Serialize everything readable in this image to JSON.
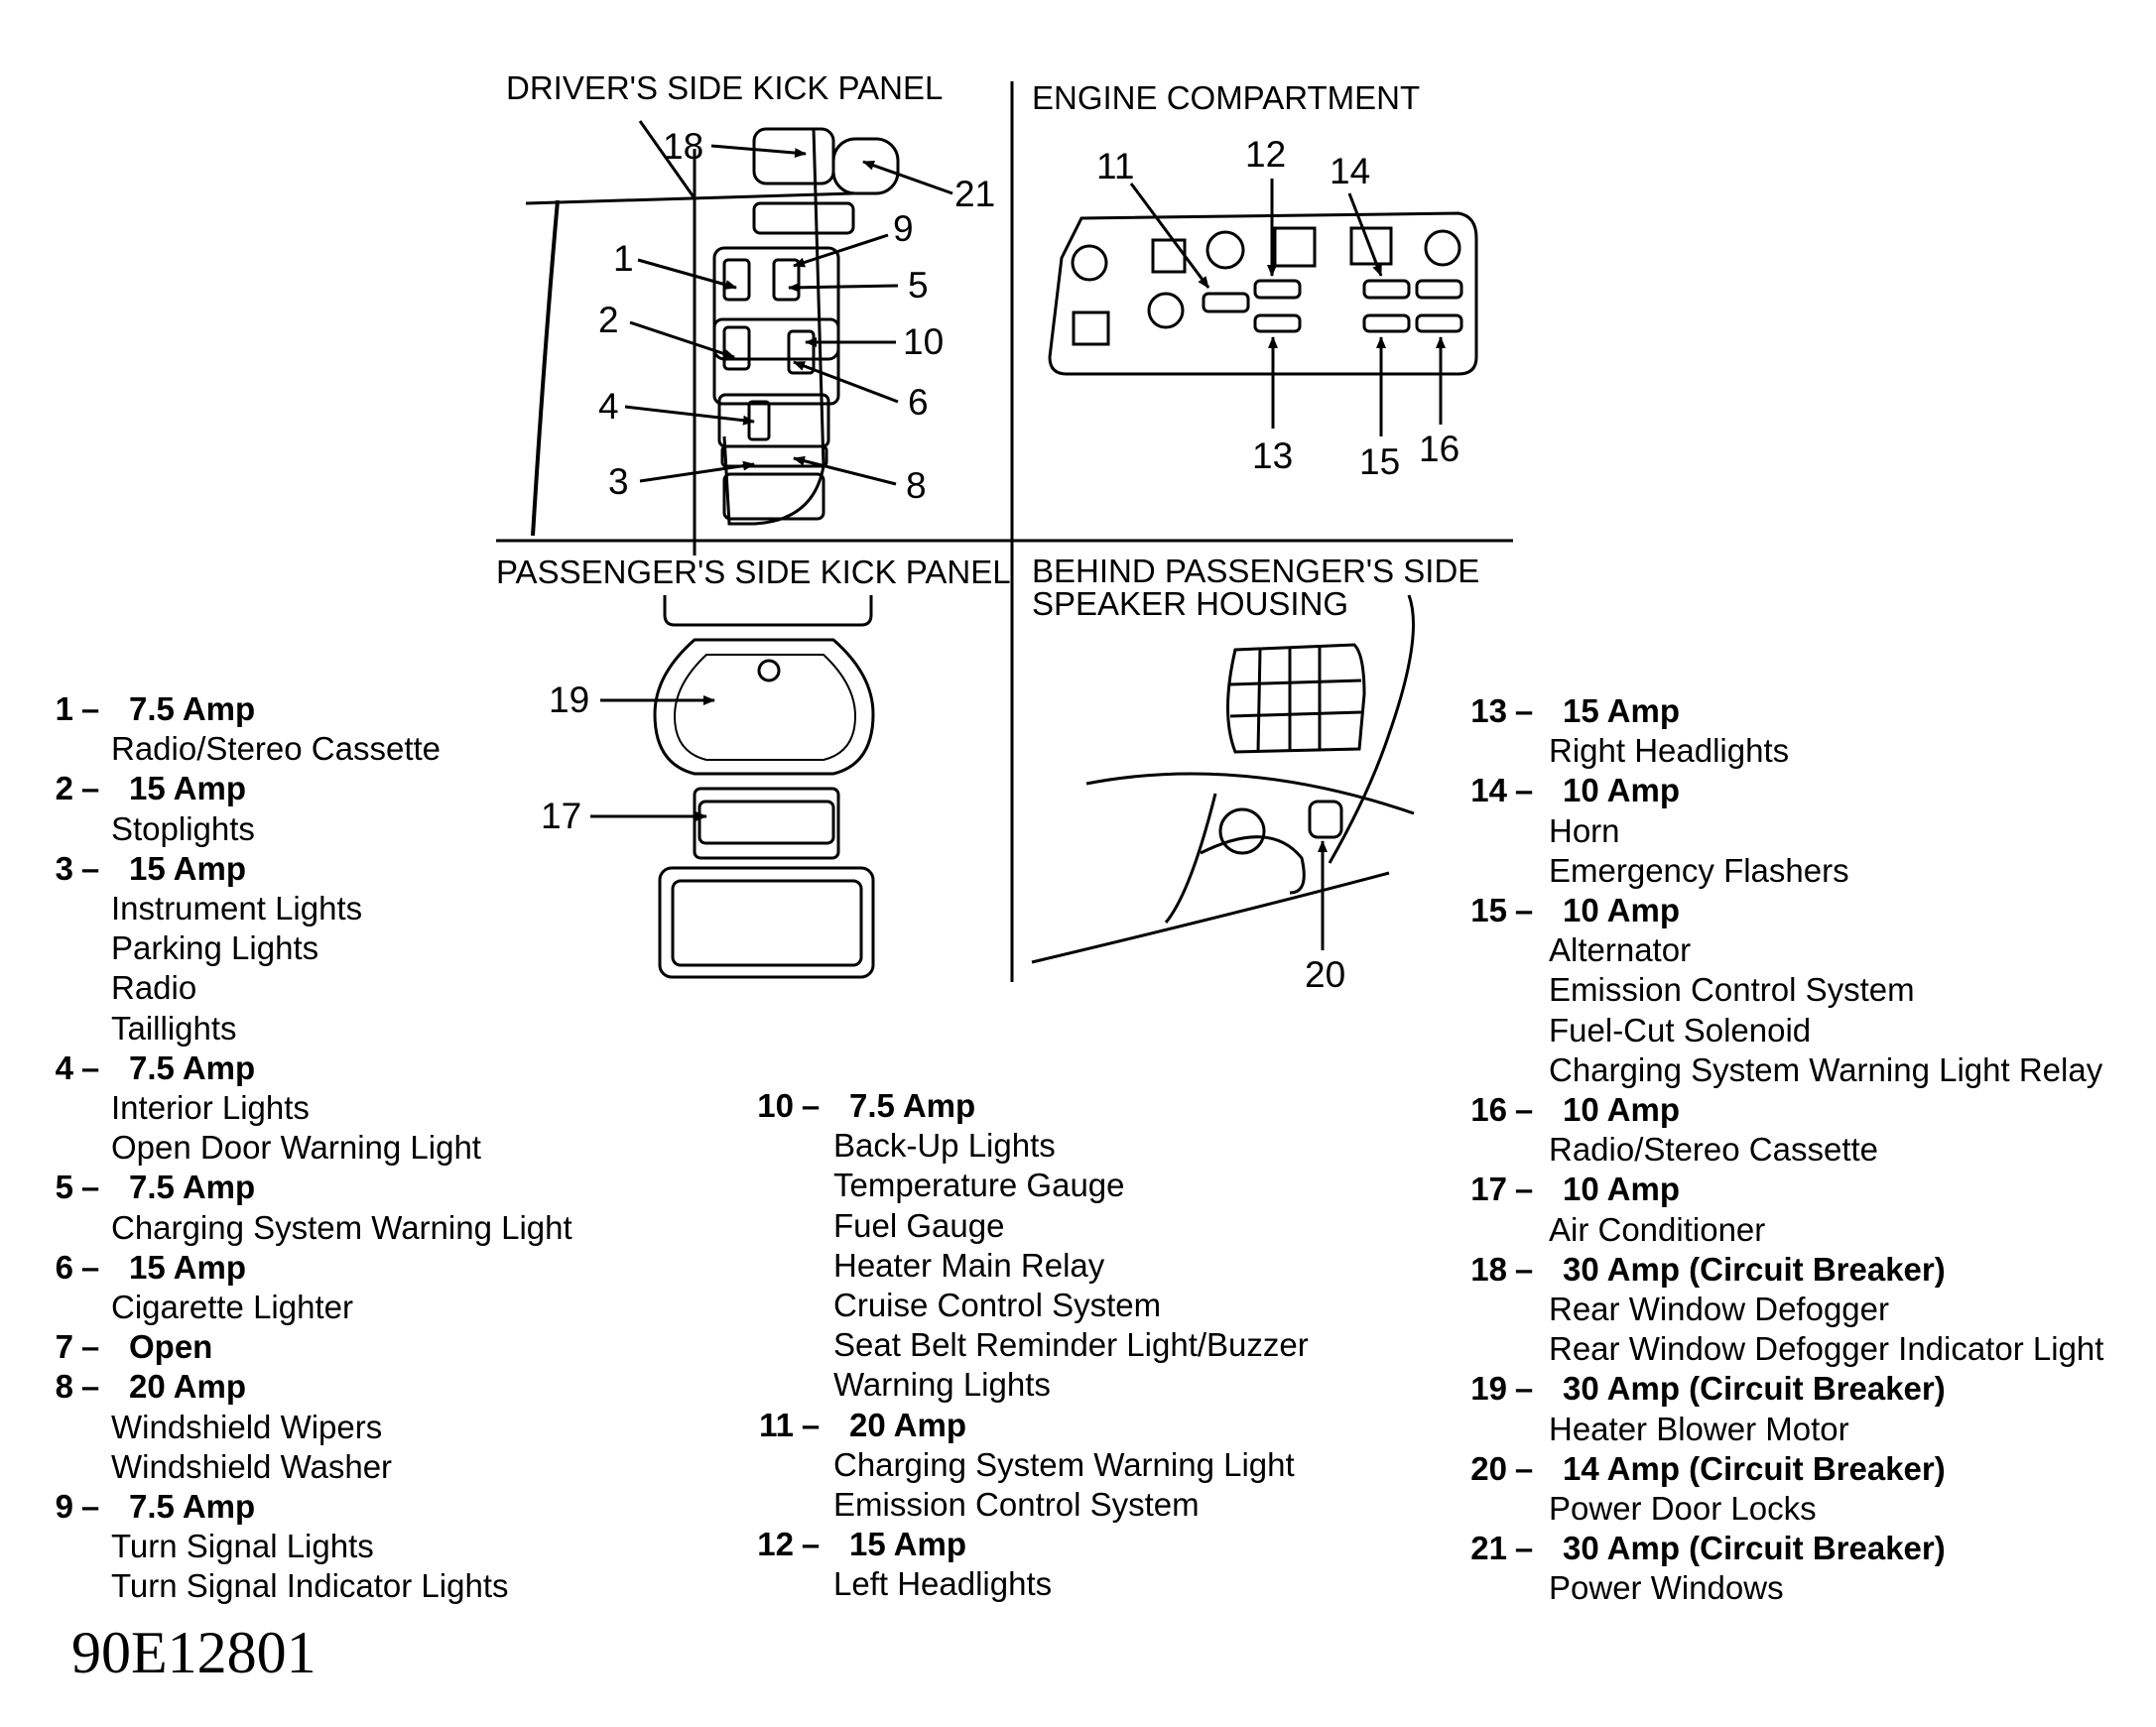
{
  "panels": {
    "drivers_kick_panel": "DRIVER'S SIDE KICK PANEL",
    "engine_compartment": "ENGINE COMPARTMENT",
    "passengers_kick_panel": "PASSENGER'S SIDE KICK PANEL",
    "speaker_housing_line1": "BEHIND PASSENGER'S SIDE",
    "speaker_housing_line2": "SPEAKER HOUSING"
  },
  "callouts": {
    "c1": "1",
    "c2": "2",
    "c3": "3",
    "c4": "4",
    "c5": "5",
    "c6": "6",
    "c8": "8",
    "c9": "9",
    "c10": "10",
    "c11": "11",
    "c12": "12",
    "c13": "13",
    "c14": "14",
    "c15": "15",
    "c16": "16",
    "c17": "17",
    "c18": "18",
    "c19": "19",
    "c20": "20",
    "c21": "21"
  },
  "dash": "–",
  "fuses": [
    {
      "num": "1",
      "rating": "7.5 Amp",
      "circuits": [
        "Radio/Stereo Cassette"
      ]
    },
    {
      "num": "2",
      "rating": "15 Amp",
      "circuits": [
        "Stoplights"
      ]
    },
    {
      "num": "3",
      "rating": "15 Amp",
      "circuits": [
        "Instrument Lights",
        "Parking Lights",
        "Radio",
        "Taillights"
      ]
    },
    {
      "num": "4",
      "rating": "7.5 Amp",
      "circuits": [
        "Interior Lights",
        "Open Door Warning Light"
      ]
    },
    {
      "num": "5",
      "rating": "7.5 Amp",
      "circuits": [
        "Charging System Warning Light"
      ]
    },
    {
      "num": "6",
      "rating": "15 Amp",
      "circuits": [
        "Cigarette Lighter"
      ]
    },
    {
      "num": "7",
      "rating": "Open",
      "circuits": []
    },
    {
      "num": "8",
      "rating": "20 Amp",
      "circuits": [
        "Windshield Wipers",
        "Windshield Washer"
      ]
    },
    {
      "num": "9",
      "rating": "7.5 Amp",
      "circuits": [
        "Turn Signal Lights",
        "Turn Signal Indicator Lights"
      ]
    },
    {
      "num": "10",
      "rating": "7.5 Amp",
      "circuits": [
        "Back-Up Lights",
        "Temperature Gauge",
        "Fuel Gauge",
        "Heater Main Relay",
        "Cruise Control System",
        "Seat Belt Reminder Light/Buzzer",
        "Warning Lights"
      ]
    },
    {
      "num": "11",
      "rating": "20 Amp",
      "circuits": [
        "Charging System Warning Light",
        "Emission Control System"
      ]
    },
    {
      "num": "12",
      "rating": "15 Amp",
      "circuits": [
        "Left Headlights"
      ]
    },
    {
      "num": "13",
      "rating": "15 Amp",
      "circuits": [
        "Right Headlights"
      ]
    },
    {
      "num": "14",
      "rating": "10 Amp",
      "circuits": [
        "Horn",
        "Emergency Flashers"
      ]
    },
    {
      "num": "15",
      "rating": "10 Amp",
      "circuits": [
        "Alternator",
        "Emission Control System",
        "Fuel-Cut Solenoid",
        "Charging System Warning Light Relay"
      ]
    },
    {
      "num": "16",
      "rating": "10 Amp",
      "circuits": [
        "Radio/Stereo Cassette"
      ]
    },
    {
      "num": "17",
      "rating": "10 Amp",
      "circuits": [
        "Air Conditioner"
      ]
    },
    {
      "num": "18",
      "rating": "30 Amp (Circuit Breaker)",
      "circuits": [
        "Rear Window Defogger",
        "Rear Window Defogger Indicator Light"
      ]
    },
    {
      "num": "19",
      "rating": "30 Amp (Circuit Breaker)",
      "circuits": [
        "Heater Blower Motor"
      ]
    },
    {
      "num": "20",
      "rating": "14 Amp (Circuit Breaker)",
      "circuits": [
        "Power Door Locks"
      ]
    },
    {
      "num": "21",
      "rating": "30 Amp (Circuit Breaker)",
      "circuits": [
        "Power Windows"
      ]
    }
  ],
  "figure_id": "90E12801"
}
